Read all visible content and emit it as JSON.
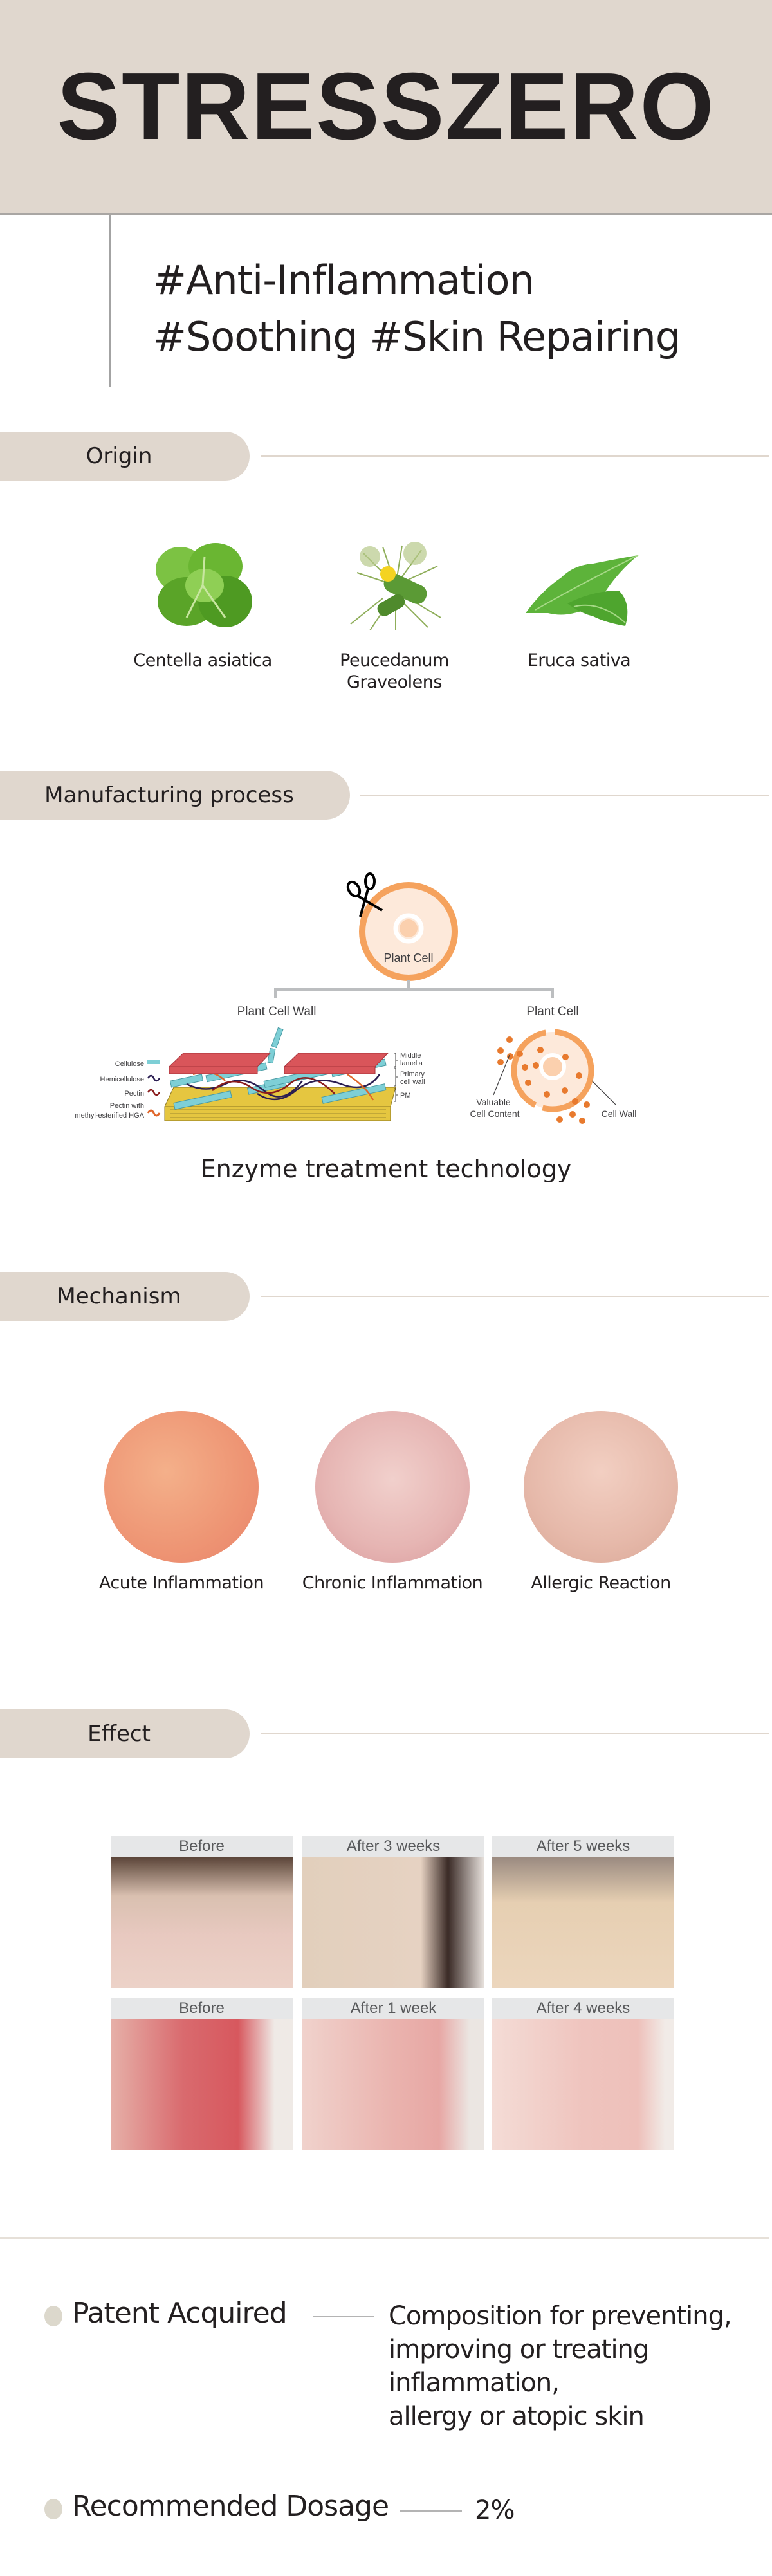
{
  "brand": "STRESSZERO",
  "tags": [
    "#Anti-Inflammation",
    "#Soothing #Skin Repairing"
  ],
  "colors": {
    "beige": "#e0d7ce",
    "orange": "#f5a25d",
    "dark": "#231f20"
  },
  "sections": {
    "origin": "Origin",
    "manufacturing": "Manufacturing process",
    "mechanism": "Mechanism",
    "effect": "Effect"
  },
  "origin": {
    "plants": [
      {
        "name": "Centella asiatica",
        "icon": "centella-leaf-icon"
      },
      {
        "name": "Peucedanum Graveolens",
        "line1": "Peucedanum",
        "line2": "Graveolens",
        "icon": "dill-icon"
      },
      {
        "name": "Eruca sativa",
        "icon": "arugula-leaf-icon"
      }
    ]
  },
  "manufacturing": {
    "top_cell": "Plant Cell",
    "left_branch": "Plant Cell Wall",
    "right_branch": "Plant Cell",
    "wall_legend": [
      "Cellulose",
      "Hemicellulose",
      "Pectin",
      "Pectin with",
      "methyl-esterified HGA"
    ],
    "wall_layers": [
      "Middle",
      "lamella",
      "Primary",
      "cell wall",
      "PM"
    ],
    "cell_labels": {
      "content1": "Valuable",
      "content2": "Cell Content",
      "wall": "Cell Wall"
    },
    "caption": "Enzyme treatment technology"
  },
  "mechanism": {
    "items": [
      "Acute Inflammation",
      "Chronic Inflammation",
      "Allergic Reaction"
    ]
  },
  "effect": {
    "row1": [
      "Before",
      "After 3 weeks",
      "After 5 weeks"
    ],
    "row2": [
      "Before",
      "After 1 week",
      "After 4 weeks"
    ]
  },
  "info": {
    "patent_label": "Patent Acquired",
    "patent_lines": [
      "Composition for preventing,",
      "improving or treating",
      "inflammation,",
      "allergy or atopic skin"
    ],
    "dosage_label": "Recommended Dosage",
    "dosage_value": "2%"
  }
}
